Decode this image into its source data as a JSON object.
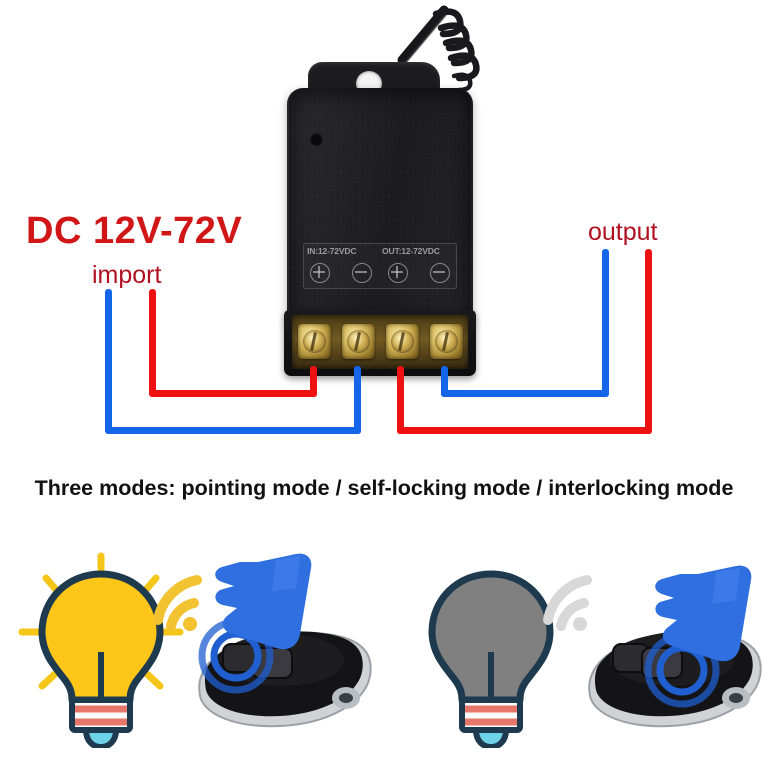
{
  "labels": {
    "voltage": "DC 12V-72V",
    "import": "import",
    "output": "output",
    "modes": "Three modes: pointing mode / self-locking mode / interlocking mode"
  },
  "device": {
    "name": "rf-relay-receiver-module",
    "input_panel_text": "IN:12-72VDC",
    "output_panel_text": "OUT:12-72VDC",
    "terminal_count": 4,
    "body_color": "#242427",
    "terminal_color": "#d9bb5e",
    "antenna": "coiled-spring-antenna"
  },
  "wiring": {
    "import_side": {
      "negative_wire_color": "#1565e8",
      "positive_wire_color": "#ee1111",
      "terminals": [
        "IN +",
        "IN -"
      ]
    },
    "output_side": {
      "positive_wire_color": "#ee1111",
      "negative_wire_color": "#1565e8",
      "terminals": [
        "OUT +",
        "OUT -"
      ]
    }
  },
  "scenes": [
    {
      "id": "lamp-on",
      "bulb_state": "on",
      "bulb_color": "#ffc61a",
      "signal_color": "#f2c230",
      "rays_visible": true,
      "remote": "car-key-fob-remote",
      "button_pressed": "left-button",
      "hand_color": "#2f6fe0"
    },
    {
      "id": "lamp-off",
      "bulb_state": "off",
      "bulb_color": "#808080",
      "signal_color": "#d8d8d8",
      "rays_visible": false,
      "remote": "car-key-fob-remote",
      "button_pressed": "right-button",
      "hand_color": "#2f6fe0"
    }
  ],
  "colors": {
    "background": "#ffffff",
    "accent_red": "#d01616",
    "label_red": "#b01020",
    "wire_blue": "#1565e8",
    "wire_red": "#ee1111",
    "outline_navy": "#1e3a4f"
  }
}
